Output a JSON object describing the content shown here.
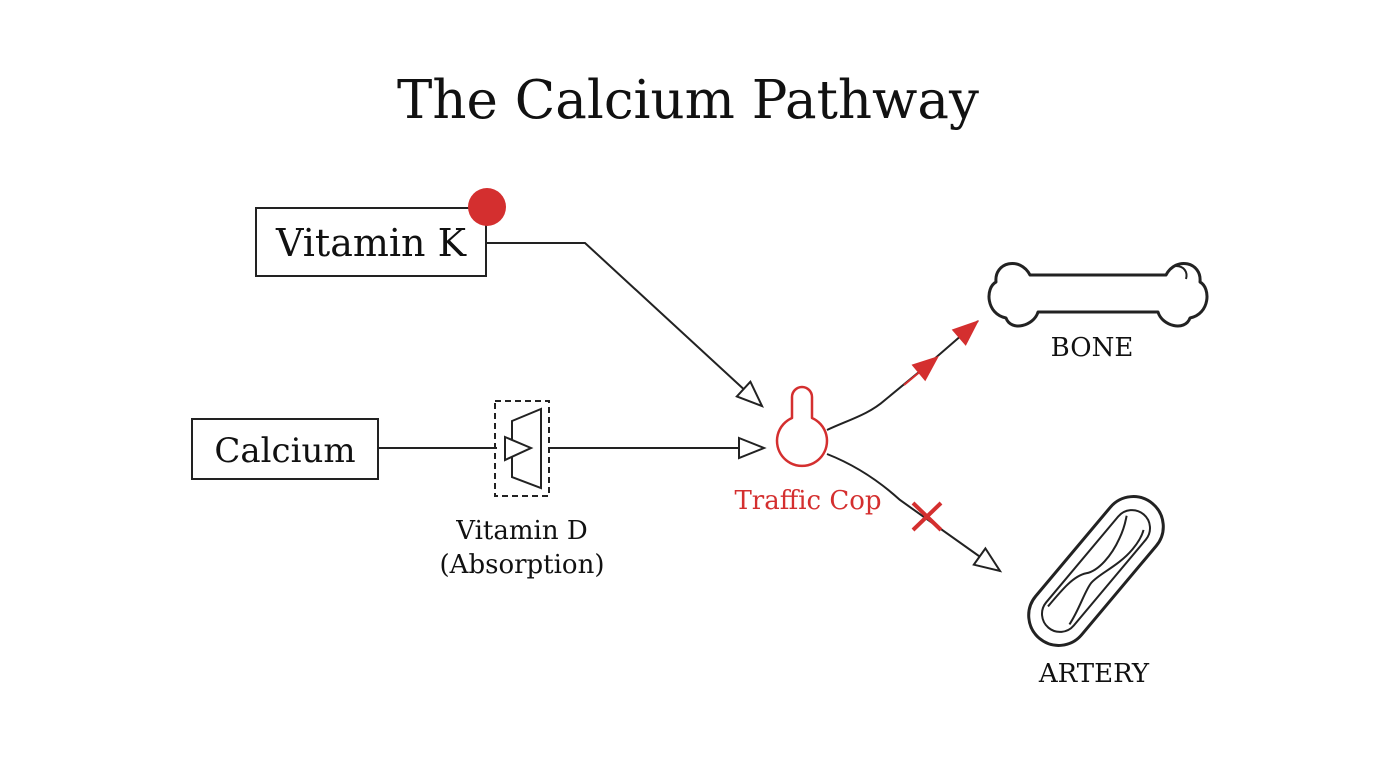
{
  "title": "The Calcium Pathway",
  "nodes": {
    "vitamin_k": "Vitamin K",
    "calcium": "Calcium",
    "vitamin_d_line1": "Vitamin D",
    "vitamin_d_line2": "(Absorption)",
    "traffic_cop": "Traffic Cop",
    "bone": "BONE",
    "artery": "ARTERY"
  },
  "colors": {
    "accent": "#d42f2f",
    "ink": "#222222"
  },
  "icons": [
    "red-dot-icon",
    "gate-icon",
    "traffic-cop-icon",
    "bone-icon",
    "artery-icon",
    "blocked-x-icon"
  ]
}
